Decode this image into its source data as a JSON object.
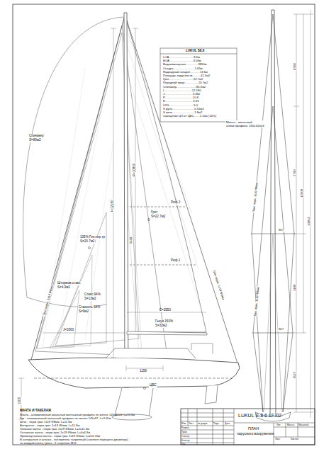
{
  "diagram": {
    "labels": [
      "LUKUL S8.6",
      "LOA..............................8.6м",
      "BOA.............................3.06м",
      "Водоизмещение...............3850кг",
      "Осадка..........................1.65м",
      "Надводный габарит............13.6м",
      "Площадь парусности..........41.5м2",
      "Грот..............................22.7м2",
      "Передний треуг.................20.7м2",
      "Спинакер........................80.0м2",
      "I..................................12.180",
      "J..................................3.360",
      "P..................................10.8",
      "E..................................3.55",
      "LPG..............................5.0",
      "S руля...........................0.54м2",
      "S киля...........................1.8м2",
      "Смещение ЦП от ЦБС.......1.10м (14%)",
      "Спинакер",
      "S=80м2",
      "Грот",
      "S=22.7м2",
      "105% Ген.пер.тр",
      "S=20.7м2",
      "Риф 2",
      "Риф 1",
      "I=12180",
      "P=10800",
      "5518",
      "Штормов.стакс.",
      "S=4.9м2",
      "Стакс.94%",
      "S=13м2",
      "Стаксель 68%",
      "S=9м2",
      "Генуя 150%",
      "S=32м2",
      "E=3550",
      "J=3360",
      "1159",
      "ЦБС",
      "1000",
      "Трос нерж. 1х19 Ф8мм",
      "Трос нерж. 1х19 Ф6мм",
      "Мачта - овальный алюм.профиль 150х100х3",
      "4304",
      "2790",
      "12000",
      "13953",
      "1188",
      "1523",
      "907",
      "907",
      "Трос нерж. 1х19 Ф6мм",
      "Трос нерж. 1х19 Ф6мм",
      "МАЧТА И ТАКЕЛАЖ",
      "Мачта - алюминиевый овальный монтажный профиль не менее 145х97х3, L=10.6м",
      "Гик - алюминиевый овальный профиль не менее 145х97, L=3.65м",
      "Штаг - нерж.трос 1х19 Ф8мм, L=11.6м",
      "Ахтерштаг - нерж.трос 1х19 Ф6мм, L=11.9м",
      "Топовые ванты - нерж.трос 1х19 Ф6мм, L=2х11.5м",
      "Основные ванты - нерж.трос 1х19 Ф6мм, L=4х4.9м",
      "Промежуточные ванты - нерж.трос 1х19 Ф6мм, L=2х6.15м",
      "В ахтерштаге и штагах - натяжитель талрепный (соответствующего диаметра)",
      "на каждый конец троса - 6 талрепов М12",
      "LUKUL S-8.6 LF-02",
      "ПЛАН",
      "парусного вооружения",
      "Изм",
      "Лист",
      "№ докум.",
      "Подп.",
      "Дата",
      "Разраб.",
      "Пров.",
      "Т.контр.",
      "Н.контр.",
      "Утв.",
      "Лит",
      "Масса",
      "Масштаб",
      "Лист",
      "Листов"
    ]
  }
}
